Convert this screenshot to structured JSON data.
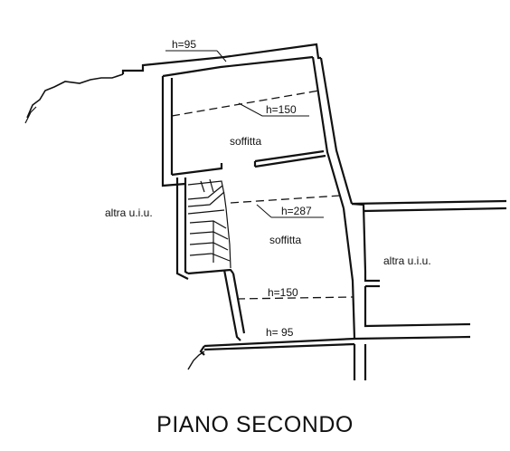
{
  "plan": {
    "title": "PIANO SECONDO",
    "rooms": {
      "upper": "soffitta",
      "lower": "soffitta",
      "left_neighbor": "altra u.i.u.",
      "right_neighbor": "altra u.i.u."
    },
    "heights": {
      "top": "h=95",
      "upper_mid": "h=150",
      "ridge": "h=287",
      "lower_mid": "h=150",
      "bottom": "h= 95"
    },
    "colors": {
      "ink": "#111111",
      "background": "#ffffff"
    }
  }
}
